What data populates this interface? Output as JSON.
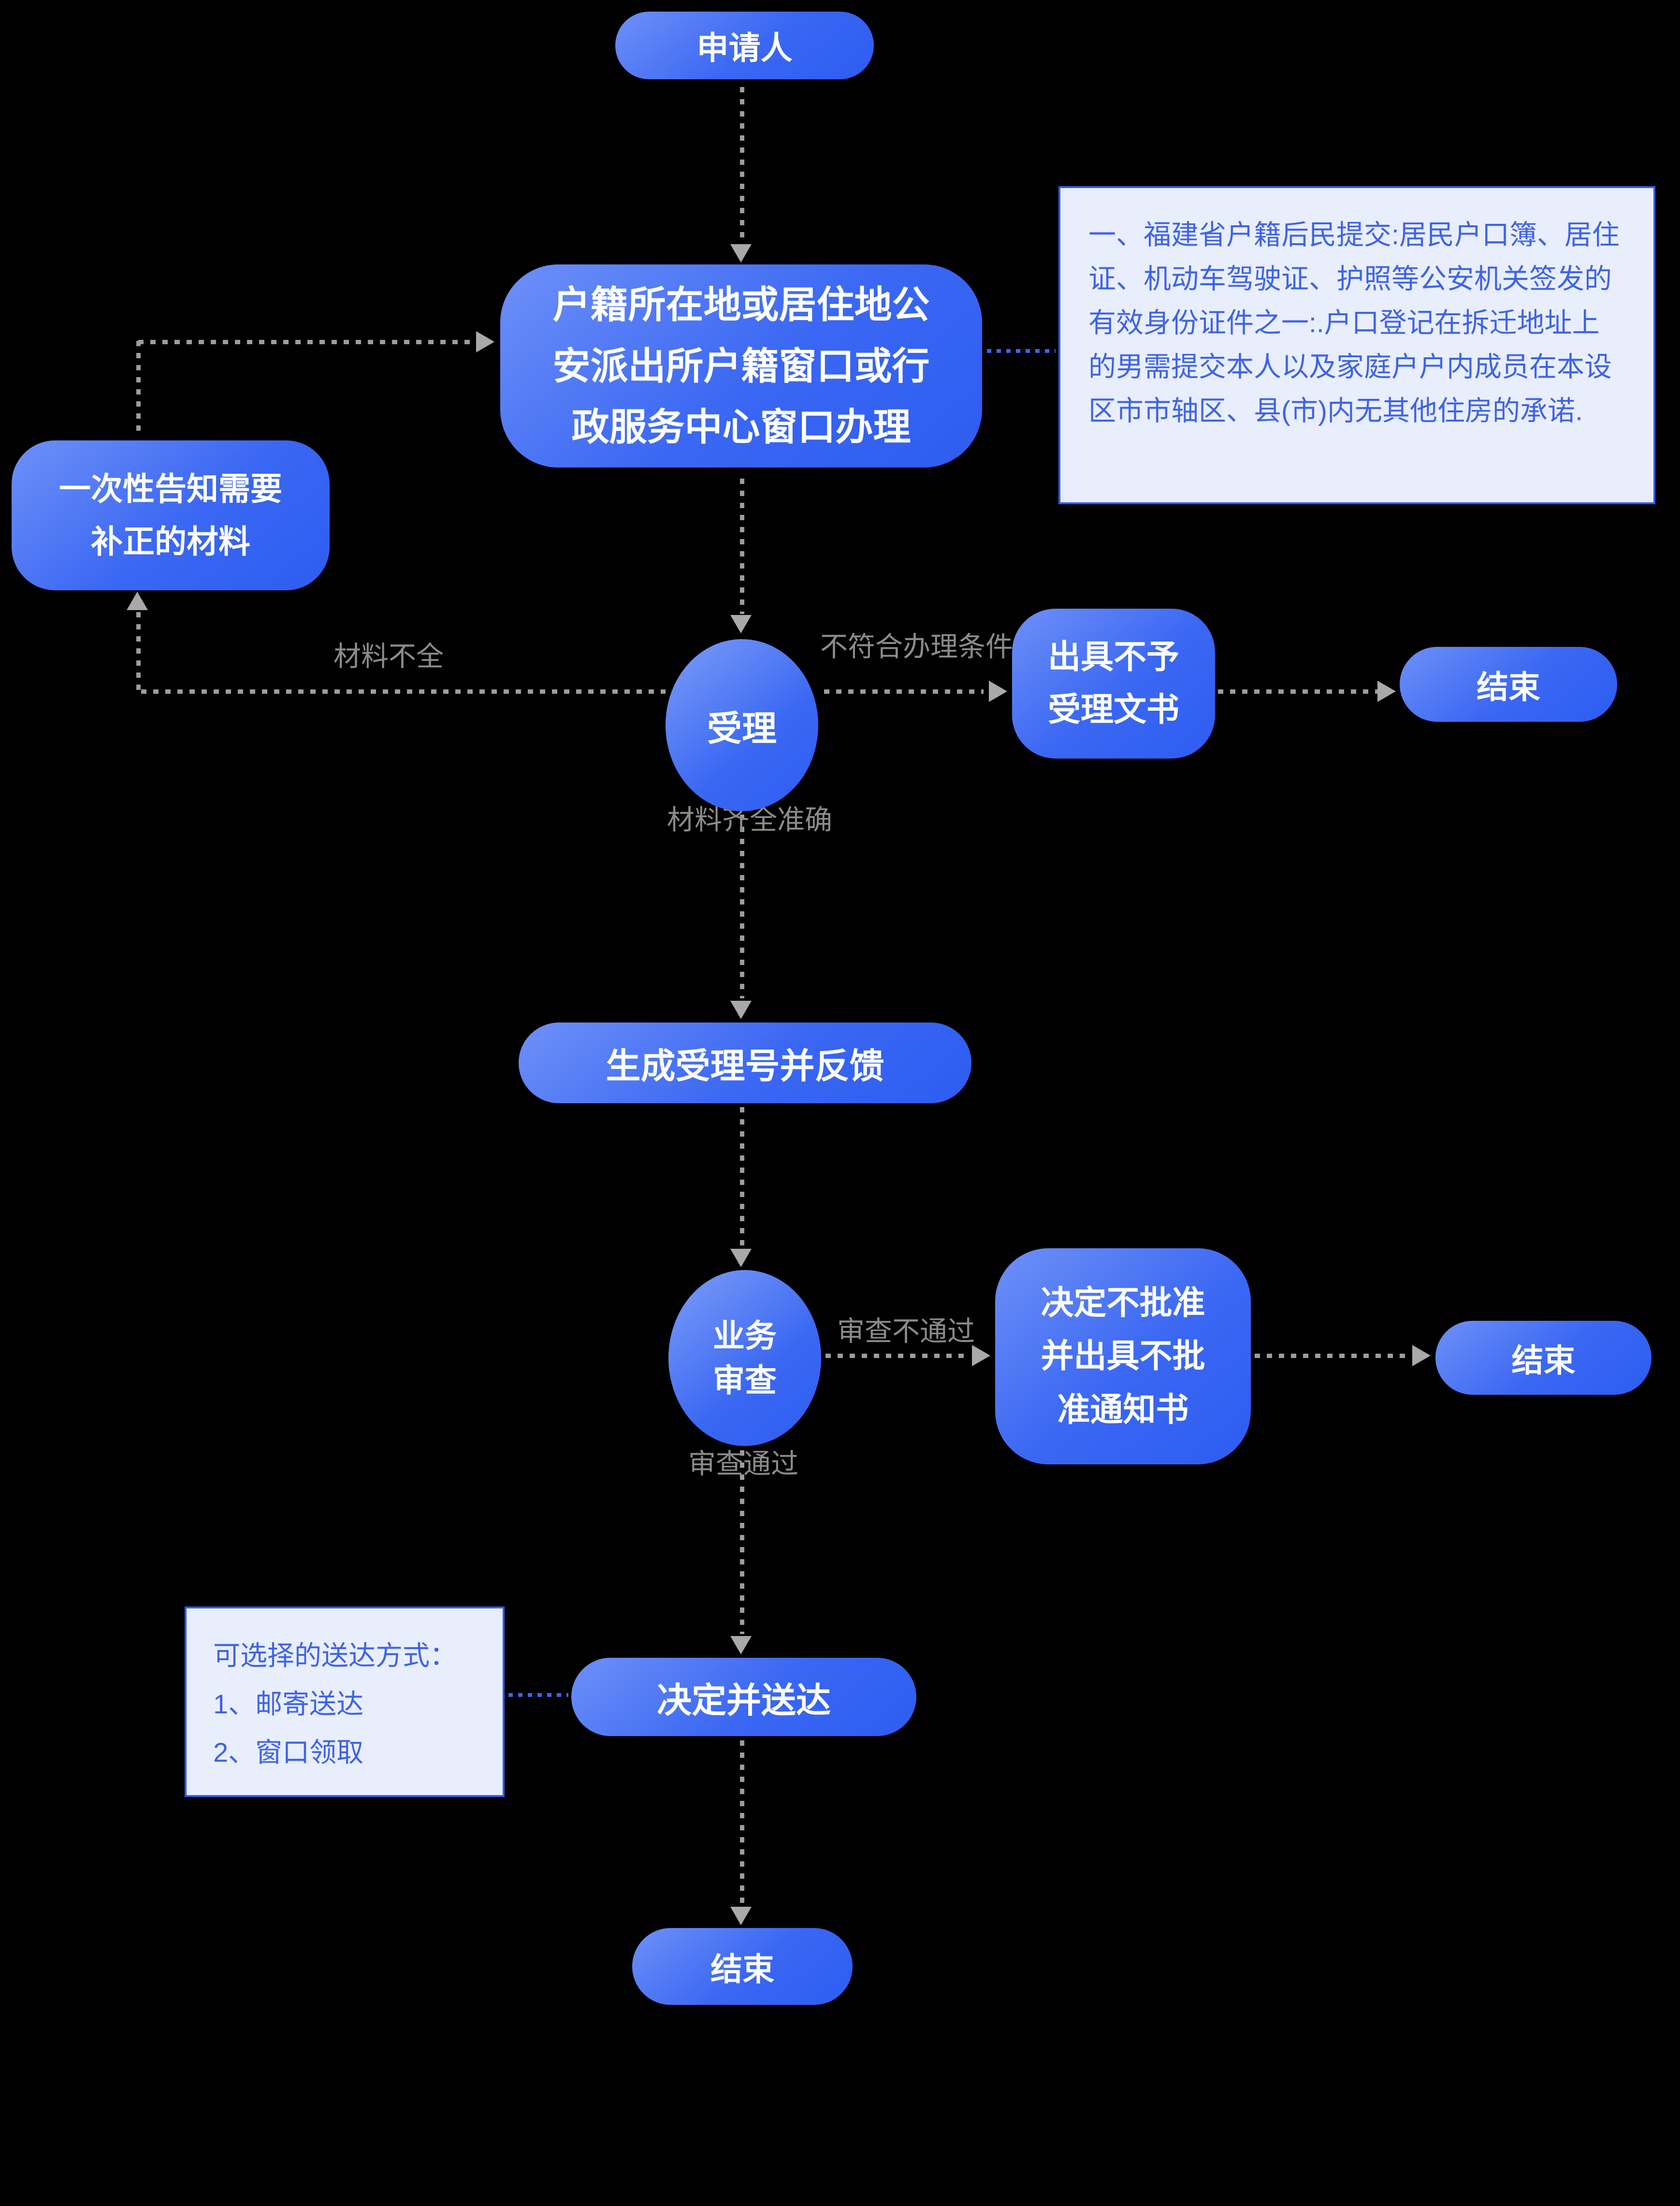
{
  "nodes": {
    "applicant": "申请人",
    "window_office": "户籍所在地或居住地公安派出所户籍窗口或行政服务中心窗口办理",
    "notify_correction": "一次性告知需要补正的材料",
    "accept": "受理",
    "refuse_document": "出具不予受理文书",
    "end_1": "结束",
    "generate_number": "生成受理号并反馈",
    "business_review": "业务审查",
    "reject_notice": "决定不批准并出具不批准通知书",
    "end_2": "结束",
    "decide_deliver": "决定并送达",
    "end_3": "结束"
  },
  "edge_labels": {
    "materials_incomplete": "材料不全",
    "not_qualified": "不符合办理条件",
    "materials_complete": "材料齐全准确",
    "review_fail": "审查不通过",
    "review_pass": "审查通过"
  },
  "note_box": {
    "text": "一、福建省户籍后民提交:居民户口簿、居住证、机动车驾驶证、护照等公安机关签发的有效身份证件之一:.户口登记在拆迁地址上的男需提交本人以及家庭户户内成员在本设区市市轴区、县(市)内无其他住房的承诺."
  },
  "delivery_box": {
    "title": "可选择的送达方式：",
    "items": [
      "1、邮寄送达",
      "2、窗口领取"
    ]
  },
  "colors": {
    "background": "#000000",
    "node_gradient_start": "#7e9df8",
    "node_gradient_end": "#2d5cf1",
    "edge_gray": "#9d9d9d",
    "edge_blue": "#3c64ef",
    "box_background": "#e9eefd",
    "box_border": "#2e5cf0",
    "box_text": "#3e63e9",
    "label_gray": "#8b8b8b"
  }
}
